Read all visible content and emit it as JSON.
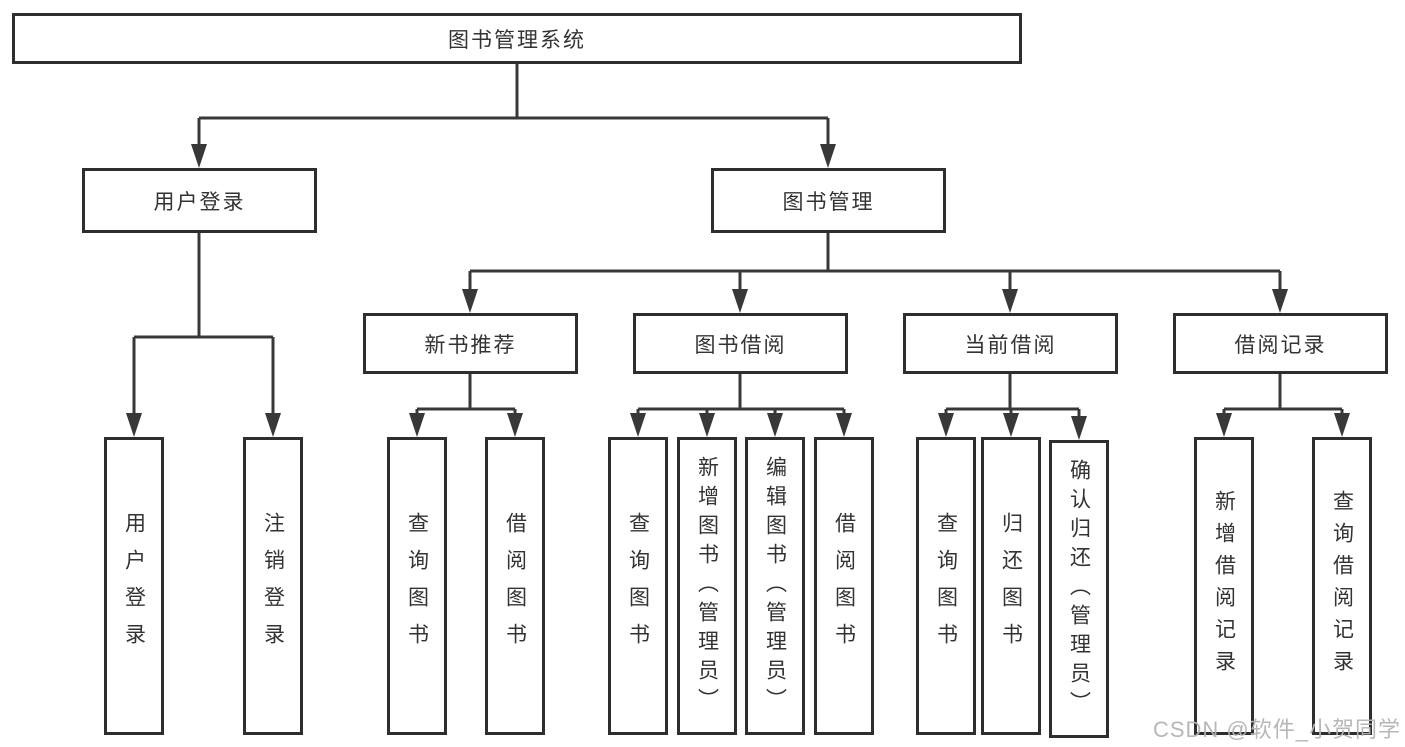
{
  "diagram": {
    "title": "图书管理系统",
    "branches": [
      {
        "label": "用户登录",
        "children": [
          {
            "label": "用户登录"
          },
          {
            "label": "注销登录"
          }
        ]
      },
      {
        "label": "图书管理",
        "children": [
          {
            "label": "新书推荐",
            "children": [
              {
                "label": "查询图书"
              },
              {
                "label": "借阅图书"
              }
            ]
          },
          {
            "label": "图书借阅",
            "children": [
              {
                "label": "查询图书"
              },
              {
                "label": "新增图书（管理员）"
              },
              {
                "label": "编辑图书（管理员）"
              },
              {
                "label": "借阅图书"
              }
            ]
          },
          {
            "label": "当前借阅",
            "children": [
              {
                "label": "查询图书"
              },
              {
                "label": "归还图书"
              },
              {
                "label": "确认归还（管理员）"
              }
            ]
          },
          {
            "label": "借阅记录",
            "children": [
              {
                "label": "新增借阅记录"
              },
              {
                "label": "查询借阅记录"
              }
            ]
          }
        ]
      }
    ]
  },
  "watermark": {
    "text": "CSDN @软件_小贺同学",
    "color": "#b4b4b4"
  },
  "style": {
    "background": "#ffffff",
    "box_border_color": "#2e2e2e",
    "line_color": "#383838",
    "text_color": "#333333"
  }
}
